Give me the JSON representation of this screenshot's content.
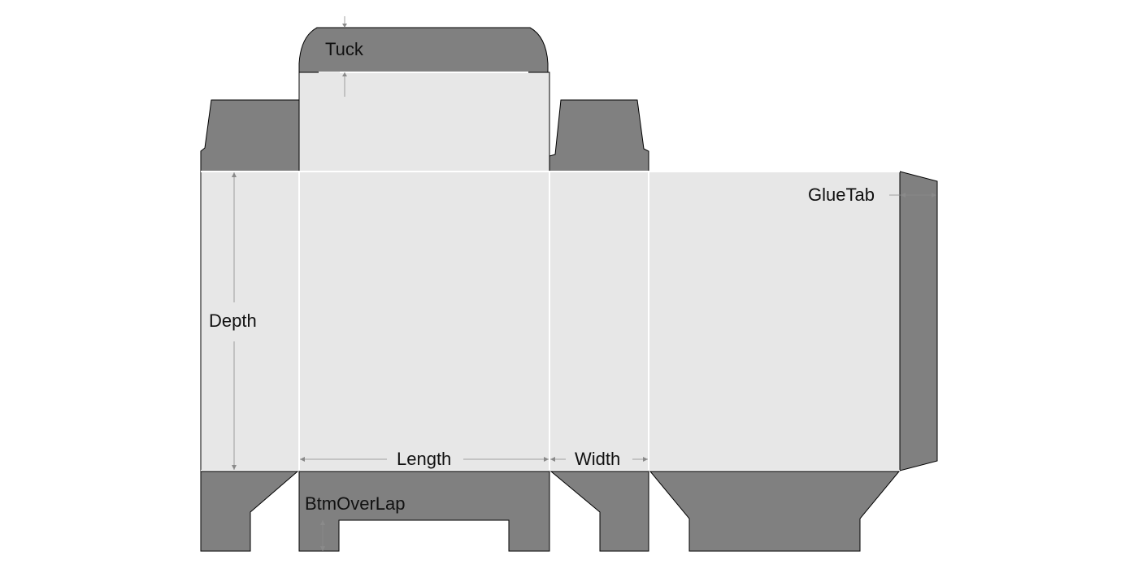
{
  "labels": {
    "tuck": "Tuck",
    "glue_tab": "GlueTab",
    "depth": "Depth",
    "length": "Length",
    "width": "Width",
    "btm_overlap": "BtmOverLap"
  },
  "colors": {
    "panel": "#e7e7e7",
    "flap": "#808080",
    "fold_line": "#ffffff",
    "outline": "#000000",
    "dimension": "#8a8a8a"
  }
}
